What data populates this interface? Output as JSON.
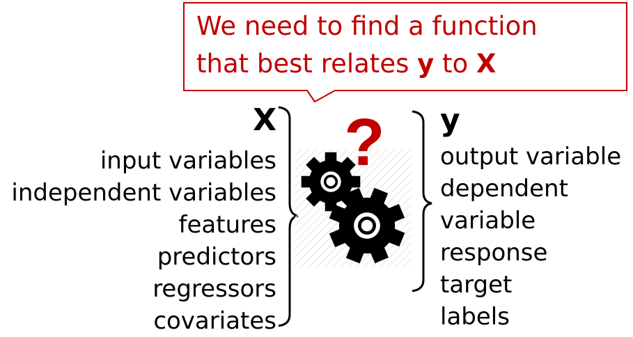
{
  "callout": {
    "line1": "We need to find a function",
    "line2_prefix": "that best relates ",
    "line2_y": "y",
    "line2_mid": " to ",
    "line2_x": "X"
  },
  "x_side": {
    "title": "X",
    "items": [
      "input variables",
      "independent variables",
      "features",
      "predictors",
      "regressors",
      "covariates"
    ]
  },
  "y_side": {
    "title": "y",
    "items": [
      "output variable",
      "dependent",
      "variable",
      "response",
      "target",
      "labels"
    ]
  },
  "question_mark": "?",
  "colors": {
    "accent_red": "#c00000",
    "callout_border": "#c00000",
    "gear": "#000000"
  },
  "icons": {
    "gears": "gears-icon",
    "question": "question-mark-icon"
  }
}
